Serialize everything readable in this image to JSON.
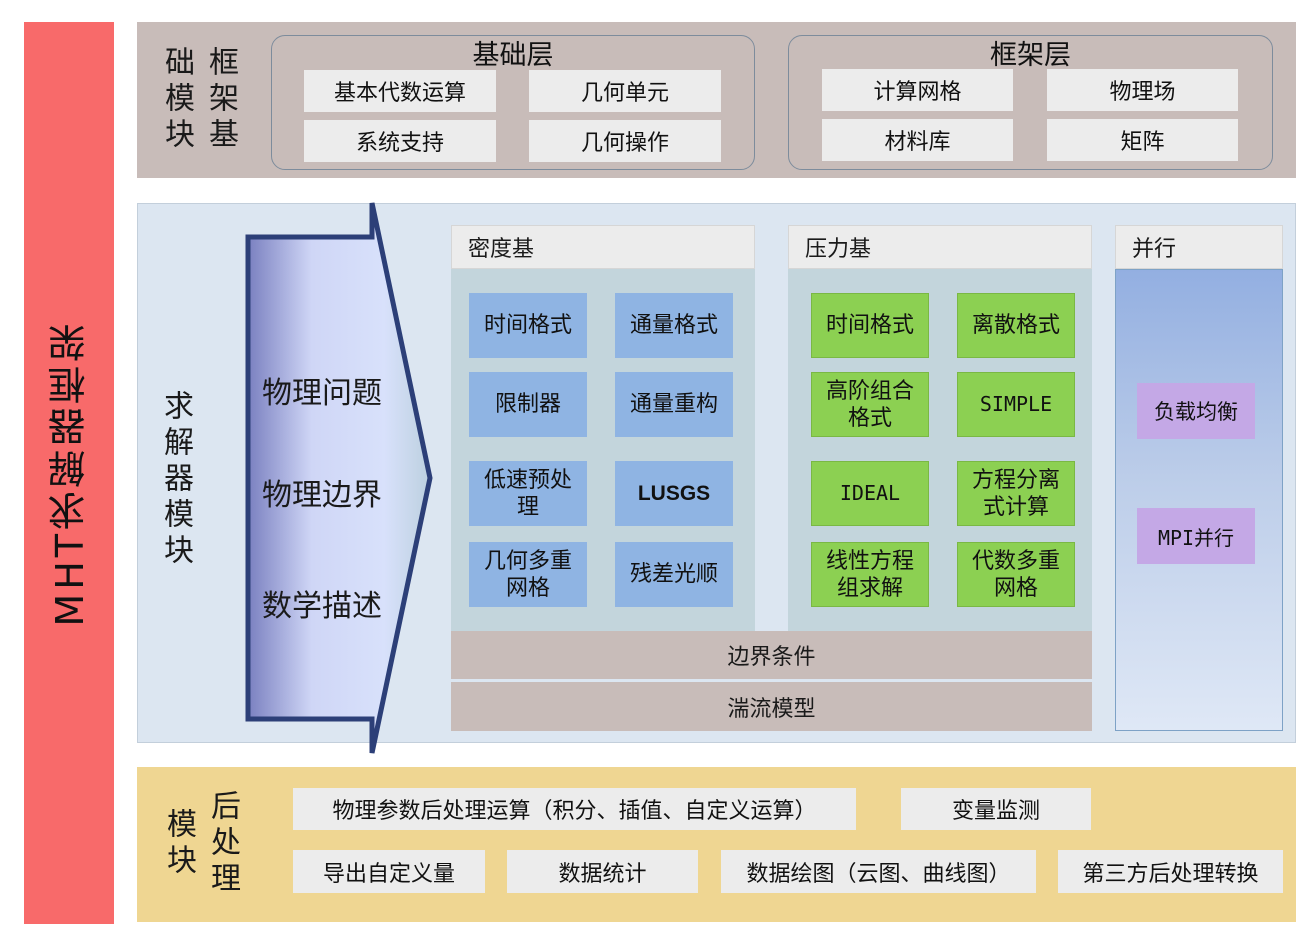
{
  "main_title": "MHT求解器框架",
  "framework": {
    "label": "框架基础模块",
    "groups": [
      {
        "title": "基础层",
        "items": [
          "基本代数运算",
          "几何单元",
          "系统支持",
          "几何操作"
        ]
      },
      {
        "title": "框架层",
        "items": [
          "计算网格",
          "物理场",
          "材料库",
          "矩阵"
        ]
      }
    ]
  },
  "solver": {
    "label": "求解器模块",
    "arrow_items": [
      "物理问题",
      "物理边界",
      "数学描述"
    ],
    "density": {
      "title": "密度基",
      "items": [
        "时间格式",
        "通量格式",
        "限制器",
        "通量重构",
        "低速预处理",
        "LUSGS",
        "几何多重网格",
        "残差光顺"
      ]
    },
    "pressure": {
      "title": "压力基",
      "items": [
        "时间格式",
        "离散格式",
        "高阶组合格式",
        "SIMPLE",
        "IDEAL",
        "方程分离式计算",
        "线性方程组求解",
        "代数多重网格"
      ]
    },
    "boundary": "边界条件",
    "turbulence": "湍流模型",
    "parallel": {
      "title": "并行",
      "items": [
        "负载均衡",
        "MPI并行"
      ]
    }
  },
  "post": {
    "label": "后处理模块",
    "items": [
      "物理参数后处理运算（积分、插值、自定义运算）",
      "变量监测",
      "导出自定义量",
      "数据统计",
      "数据绘图（云图、曲线图）",
      "第三方后处理转换"
    ]
  }
}
